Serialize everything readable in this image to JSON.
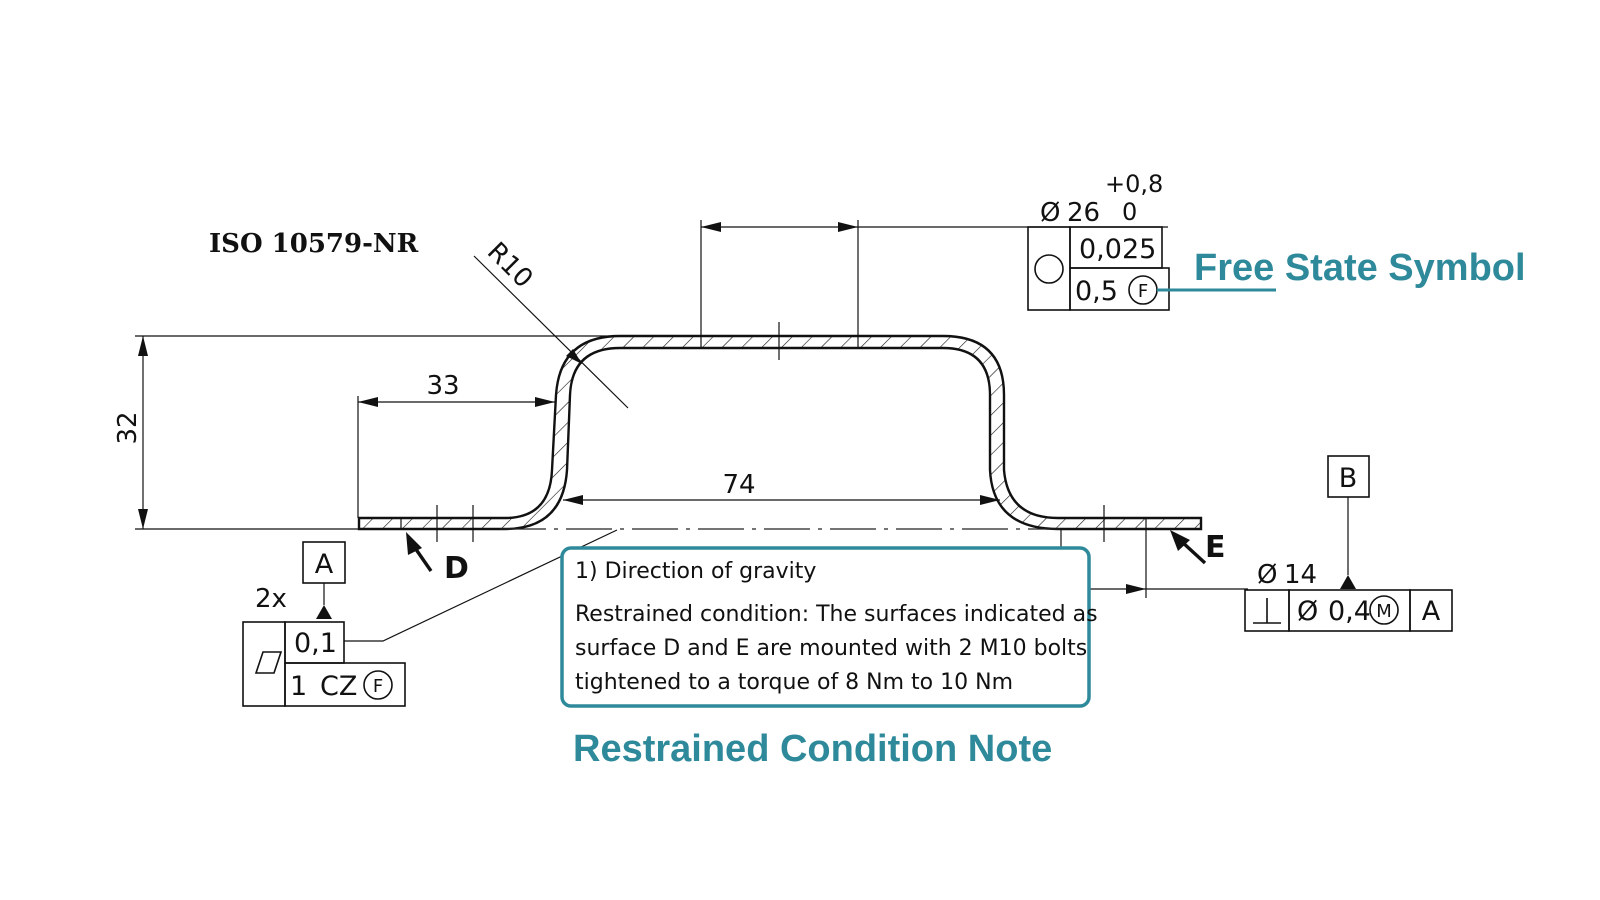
{
  "standard_note": "ISO 10579-NR",
  "dimensions": {
    "radius": "R10",
    "height": "32",
    "flange_length": "33",
    "inner_width": "74"
  },
  "hole_dimension": {
    "diameter_symbol": "Ø",
    "diameter": "26",
    "upper_tolerance": "+0,8",
    "lower_tolerance": "0"
  },
  "circularity_fcf": {
    "symbol_icon": "circularity-icon",
    "tolerance_1": "0,025",
    "tolerance_2": "0,5",
    "modifier": "F"
  },
  "flatness_fcf": {
    "count": "2x",
    "symbol_icon": "flatness-icon",
    "tolerance": "0,1",
    "zone_count": "1",
    "zone_modifier": "CZ",
    "modifier": "F"
  },
  "position_fcf": {
    "hole_diameter_symbol": "Ø",
    "hole_diameter": "14",
    "symbol_icon": "perpendicularity-icon",
    "tolerance_symbol": "Ø",
    "tolerance": "0,4",
    "material_modifier": "M",
    "datum": "A"
  },
  "datums": {
    "a": "A",
    "b": "B"
  },
  "surfaces": {
    "d": "D",
    "e": "E"
  },
  "note_box": {
    "line1": "1) Direction of gravity",
    "line2": "Restrained condition: The surfaces indicated as",
    "line3": "surface D and E are mounted with 2  M10 bolts",
    "line4": "tightened to a torque of 8 Nm to 10 Nm"
  },
  "callouts": {
    "free_state": "Free State Symbol",
    "restrained": "Restrained Condition Note"
  },
  "colors": {
    "accent": "#2e8a9a",
    "ink": "#111111"
  }
}
